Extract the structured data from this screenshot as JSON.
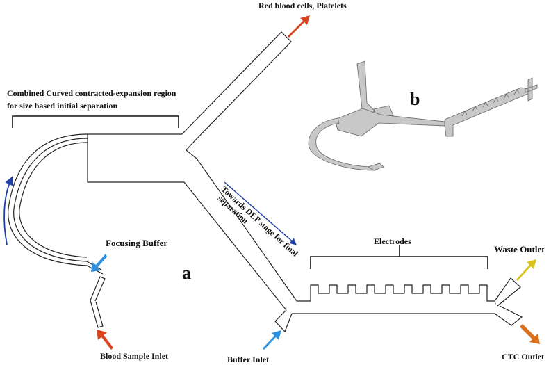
{
  "labels": {
    "region": "Combined Curved contracted-expansion region",
    "region_line2": "for size based initial separation",
    "rbc": "Red blood cells, Platelets",
    "towards": "Towards DEP stage for final",
    "towards_line2": "separation",
    "focusing": "Focusing Buffer",
    "blood": "Blood Sample Inlet",
    "buffer": "Buffer Inlet",
    "electrodes": "Electrodes",
    "waste": "Waste Outlet",
    "ctc": "CTC Outlet",
    "panel_a": "a",
    "panel_b": "b"
  },
  "colors": {
    "rbc_arrow": "#d9441e",
    "blood_arrow": "#d9441e",
    "focusing_arrow": "#2e8fde",
    "buffer_arrow": "#2e8fde",
    "waste_arrow": "#d7c21b",
    "ctc_arrow": "#d9701e",
    "flow_arrows": "#1f3fa8",
    "channel_outline": "#222222",
    "model_fill": "#c8c8c8"
  }
}
